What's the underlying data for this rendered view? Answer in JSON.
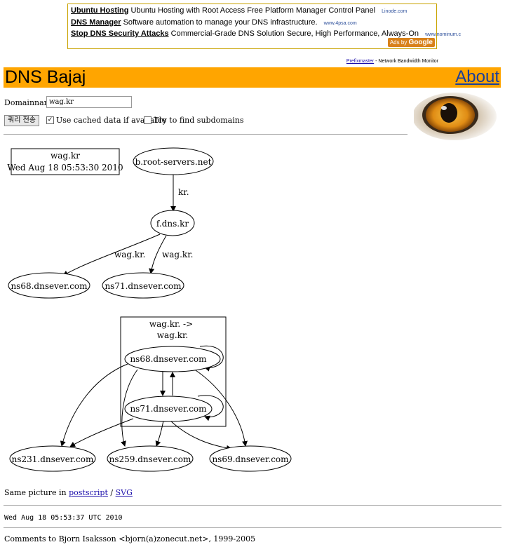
{
  "ads": [
    {
      "title": "Ubuntu Hosting",
      "desc": "Ubuntu Hosting with Root Access Free Platform Manager Control Panel",
      "url": "Linode.com"
    },
    {
      "title": "DNS Manager",
      "desc": "Software automation to manage your DNS infrastructure.",
      "url": "www.4psa.com"
    },
    {
      "title": "Stop DNS Security Attacks",
      "desc": "Commercial-Grade DNS Solution Secure, High Performance, Always-On",
      "url": "www.nominum.c"
    }
  ],
  "ads_by": "Ads by",
  "ads_google": "Google",
  "prefix_link": "Prefixmaster",
  "prefix_text": " - Network Bandwidth Monitor",
  "header": {
    "title": "DNS Bajaj",
    "about": "About"
  },
  "form": {
    "domain_label": "Domainname:",
    "domain_value": "wag.kr",
    "submit_label": "쿼리 전송",
    "cached_label": "Use cached data if available",
    "cached_checked": true,
    "subdomains_label": "Try to find subdomains",
    "subdomains_checked": false
  },
  "graph": {
    "info_domain": "wag.kr",
    "info_date": "Wed Aug 18 05:53:30 2010",
    "nodes": {
      "root": "b.root-servers.net",
      "fdns": "f.dns.kr",
      "ns68a": "ns68.dnsever.com",
      "ns71a": "ns71.dnsever.com",
      "ns68b": "ns68.dnsever.com",
      "ns71b": "ns71.dnsever.com",
      "ns231": "ns231.dnsever.com",
      "ns259": "ns259.dnsever.com",
      "ns69": "ns69.dnsever.com"
    },
    "edge_kr": "kr.",
    "edge_wag1": "wag.kr.",
    "edge_wag2": "wag.kr.",
    "cluster_line1": "wag.kr. ->",
    "cluster_line2": "wag.kr."
  },
  "footer": {
    "same_text": "Same picture in",
    "postscript": "postscript",
    "sep": " / ",
    "svg": "SVG",
    "timestamp": "Wed Aug 18 05:53:37 UTC 2010",
    "comments": "Comments to Bjorn Isaksson <bjorn(a)zonecut.net>, 1999-2005"
  }
}
